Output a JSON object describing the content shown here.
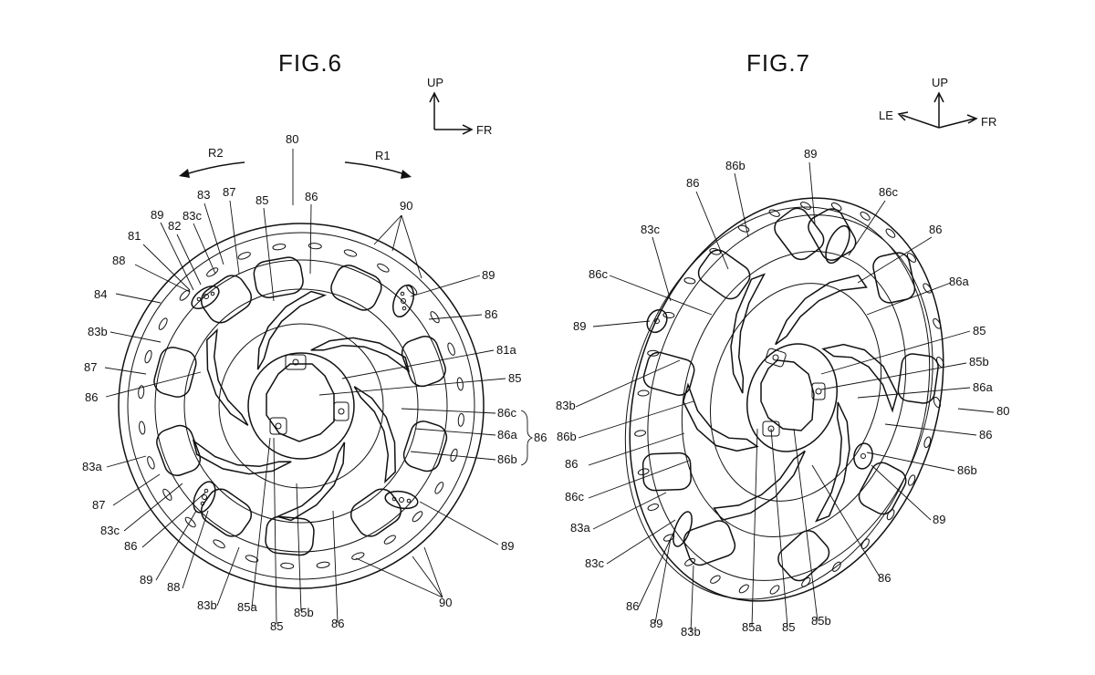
{
  "fig6": {
    "title": "FIG.6",
    "axes": {
      "up": "UP",
      "fr": "FR"
    },
    "rotation": {
      "r1": "R1",
      "r2": "R2"
    },
    "brace_label": "86",
    "labels": [
      {
        "id": "80",
        "t": "80"
      },
      {
        "id": "r87",
        "t": "87"
      },
      {
        "id": "r83",
        "t": "83"
      },
      {
        "id": "r85t",
        "t": "85"
      },
      {
        "id": "r86t",
        "t": "86"
      },
      {
        "id": "r90t",
        "t": "90"
      },
      {
        "id": "r89a",
        "t": "89"
      },
      {
        "id": "r83c",
        "t": "83c"
      },
      {
        "id": "r82",
        "t": "82"
      },
      {
        "id": "r81",
        "t": "81"
      },
      {
        "id": "r88",
        "t": "88"
      },
      {
        "id": "r84",
        "t": "84"
      },
      {
        "id": "r83b",
        "t": "83b"
      },
      {
        "id": "r87b",
        "t": "87"
      },
      {
        "id": "r86l",
        "t": "86"
      },
      {
        "id": "r83a",
        "t": "83a"
      },
      {
        "id": "r87c",
        "t": "87"
      },
      {
        "id": "r83c2",
        "t": "83c"
      },
      {
        "id": "r86l2",
        "t": "86"
      },
      {
        "id": "r89b",
        "t": "89"
      },
      {
        "id": "r88b",
        "t": "88"
      },
      {
        "id": "r83b2",
        "t": "83b"
      },
      {
        "id": "r85a",
        "t": "85a"
      },
      {
        "id": "r85b",
        "t": "85"
      },
      {
        "id": "r85bb",
        "t": "85b"
      },
      {
        "id": "r86b",
        "t": "86"
      },
      {
        "id": "r90b",
        "t": "90"
      },
      {
        "id": "r89r",
        "t": "89"
      },
      {
        "id": "r89r2",
        "t": "89"
      },
      {
        "id": "r86r",
        "t": "86"
      },
      {
        "id": "r81a",
        "t": "81a"
      },
      {
        "id": "r85r",
        "t": "85"
      },
      {
        "id": "r86c",
        "t": "86c"
      },
      {
        "id": "r86a",
        "t": "86a"
      },
      {
        "id": "r86bb",
        "t": "86b"
      }
    ]
  },
  "fig7": {
    "title": "FIG.7",
    "axes": {
      "up": "UP",
      "le": "LE",
      "fr": "FR"
    },
    "labels": [
      {
        "id": "s89t",
        "t": "89"
      },
      {
        "id": "s86b",
        "t": "86b"
      },
      {
        "id": "s86t",
        "t": "86"
      },
      {
        "id": "s86c",
        "t": "86c"
      },
      {
        "id": "s86r",
        "t": "86"
      },
      {
        "id": "s83c",
        "t": "83c"
      },
      {
        "id": "s86cl",
        "t": "86c"
      },
      {
        "id": "s86a",
        "t": "86a"
      },
      {
        "id": "s89l",
        "t": "89"
      },
      {
        "id": "s85",
        "t": "85"
      },
      {
        "id": "s85b",
        "t": "85b"
      },
      {
        "id": "s83b",
        "t": "83b"
      },
      {
        "id": "s86ar",
        "t": "86a"
      },
      {
        "id": "s86bl",
        "t": "86b"
      },
      {
        "id": "s80",
        "t": "80"
      },
      {
        "id": "s86r2",
        "t": "86"
      },
      {
        "id": "s86l",
        "t": "86"
      },
      {
        "id": "s86br",
        "t": "86b"
      },
      {
        "id": "s86cl2",
        "t": "86c"
      },
      {
        "id": "s89r",
        "t": "89"
      },
      {
        "id": "s83a",
        "t": "83a"
      },
      {
        "id": "s83cl",
        "t": "83c"
      },
      {
        "id": "s86b2",
        "t": "86"
      },
      {
        "id": "s86bl2",
        "t": "86"
      },
      {
        "id": "s89b",
        "t": "89"
      },
      {
        "id": "s85a",
        "t": "85a"
      },
      {
        "id": "s85bt",
        "t": "85"
      },
      {
        "id": "s85bb",
        "t": "85b"
      },
      {
        "id": "s83bb",
        "t": "83b"
      }
    ]
  }
}
